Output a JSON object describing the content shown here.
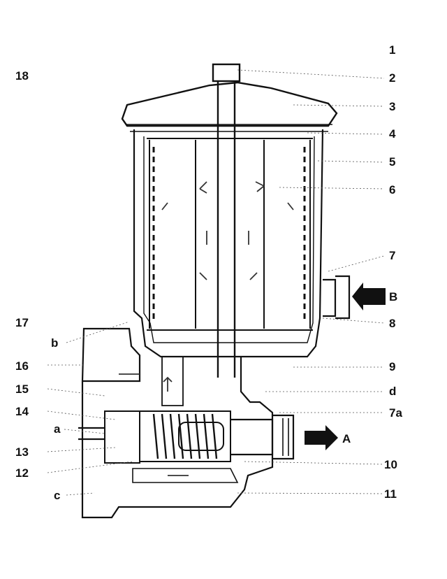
{
  "labels_right": [
    "1",
    "2",
    "3",
    "4",
    "5",
    "6",
    "7",
    "B",
    "8",
    "9",
    "d",
    "7a",
    "A",
    "10",
    "11"
  ],
  "labels_left": [
    "18",
    "17",
    "b",
    "16",
    "15",
    "14",
    "a",
    "13",
    "12",
    "c"
  ],
  "colors": {
    "ink": "#111111",
    "paper": "#ffffff",
    "hatch": "#555555"
  },
  "arrows": {
    "inlet_label": "B",
    "outlet_label": "A"
  }
}
